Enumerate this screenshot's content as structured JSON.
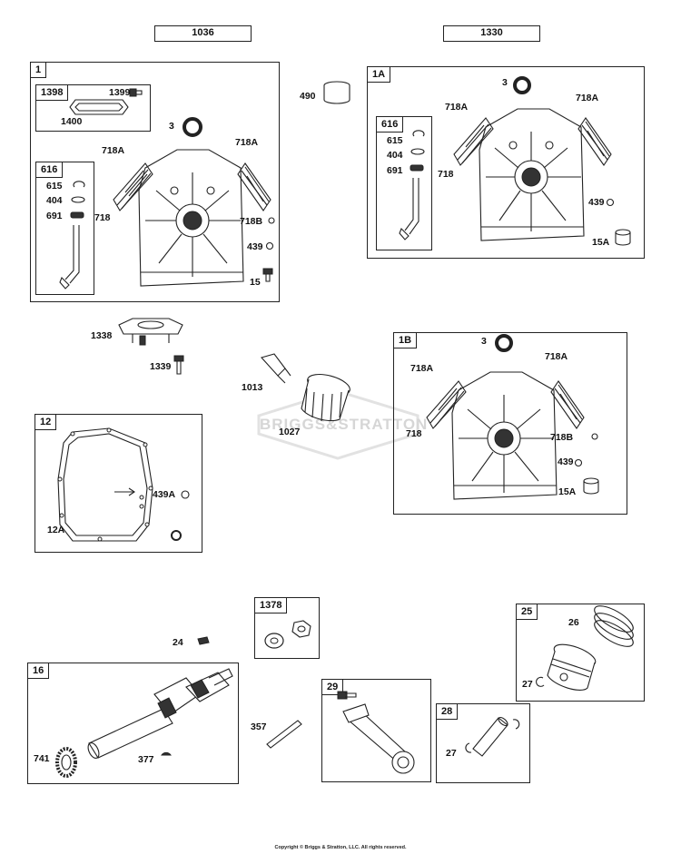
{
  "header_models": {
    "left": "1036",
    "right": "1330"
  },
  "watermark": "BRIGGS&STRATTON",
  "copyright": "Copyright © Briggs & Stratton, LLC. All rights reserved.",
  "groups": {
    "g1": {
      "tag": "1",
      "labels": {
        "p3": "3",
        "p718a_l": "718A",
        "p718a_r": "718A",
        "p718": "718",
        "p718b": "718B",
        "p439": "439",
        "p15": "15"
      }
    },
    "g1398": {
      "tag": "1398",
      "labels": {
        "p1399": "1399",
        "p1400": "1400"
      }
    },
    "g616a": {
      "tag": "616",
      "labels": {
        "p615": "615",
        "p404": "404",
        "p691": "691"
      }
    },
    "g1a": {
      "tag": "1A",
      "labels": {
        "p3": "3",
        "p718a_l": "718A",
        "p718a_r": "718A",
        "p718": "718",
        "p439": "439",
        "p15a": "15A"
      }
    },
    "g616b": {
      "tag": "616",
      "labels": {
        "p615": "615",
        "p404": "404",
        "p691": "691"
      }
    },
    "g1b": {
      "tag": "1B",
      "labels": {
        "p3": "3",
        "p718a_l": "718A",
        "p718a_r": "718A",
        "p718": "718",
        "p718b": "718B",
        "p439": "439",
        "p15a": "15A"
      }
    },
    "g12": {
      "tag": "12",
      "labels": {
        "p439a": "439A",
        "p12a": "12A"
      }
    },
    "g1378": {
      "tag": "1378"
    },
    "g25": {
      "tag": "25",
      "labels": {
        "p26": "26",
        "p27": "27"
      }
    },
    "g16": {
      "tag": "16",
      "labels": {
        "p741": "741",
        "p377": "377"
      }
    },
    "g29": {
      "tag": "29"
    },
    "g28": {
      "tag": "28",
      "labels": {
        "p27": "27"
      }
    }
  },
  "loose": {
    "p490": "490",
    "p1338": "1338",
    "p1339": "1339",
    "p1013": "1013",
    "p1027": "1027",
    "p24": "24",
    "p357": "357"
  }
}
